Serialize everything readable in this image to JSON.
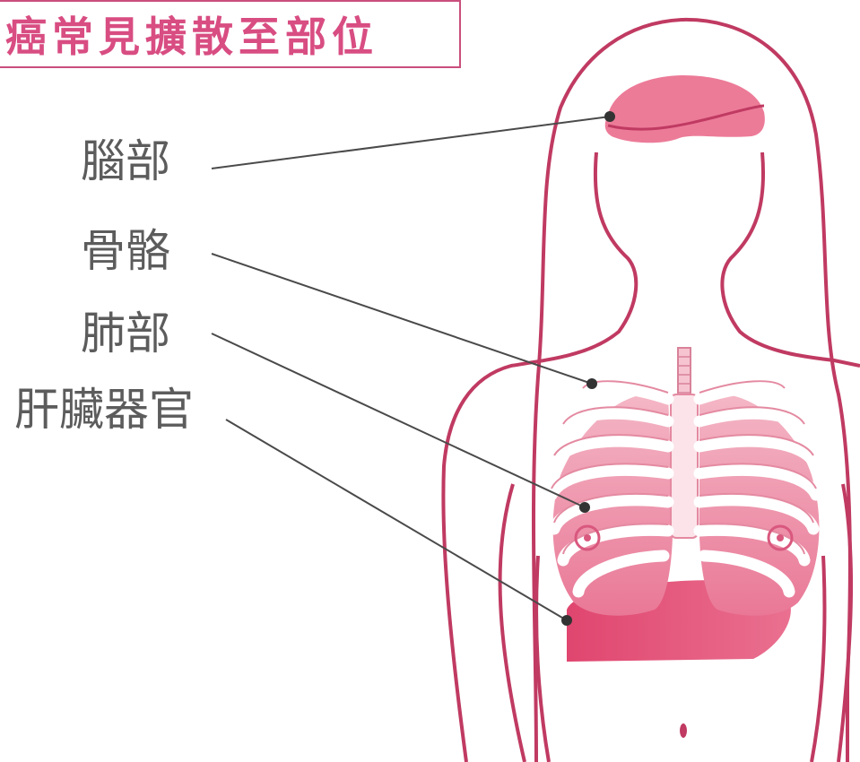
{
  "title": "癌常見擴散至部位",
  "labels": {
    "brain": "腦部",
    "bone": "骨骼",
    "lung": "肺部",
    "liver": "肝臟器官"
  },
  "colors": {
    "title": "#d84d82",
    "outline": "#c03a62",
    "organ": "#e97896",
    "organ_light": "#f2a3b6",
    "liver": "#e04a73",
    "rib": "#ffffff",
    "leader": "#4a4a4a",
    "label_text": "#5c5c5c"
  }
}
